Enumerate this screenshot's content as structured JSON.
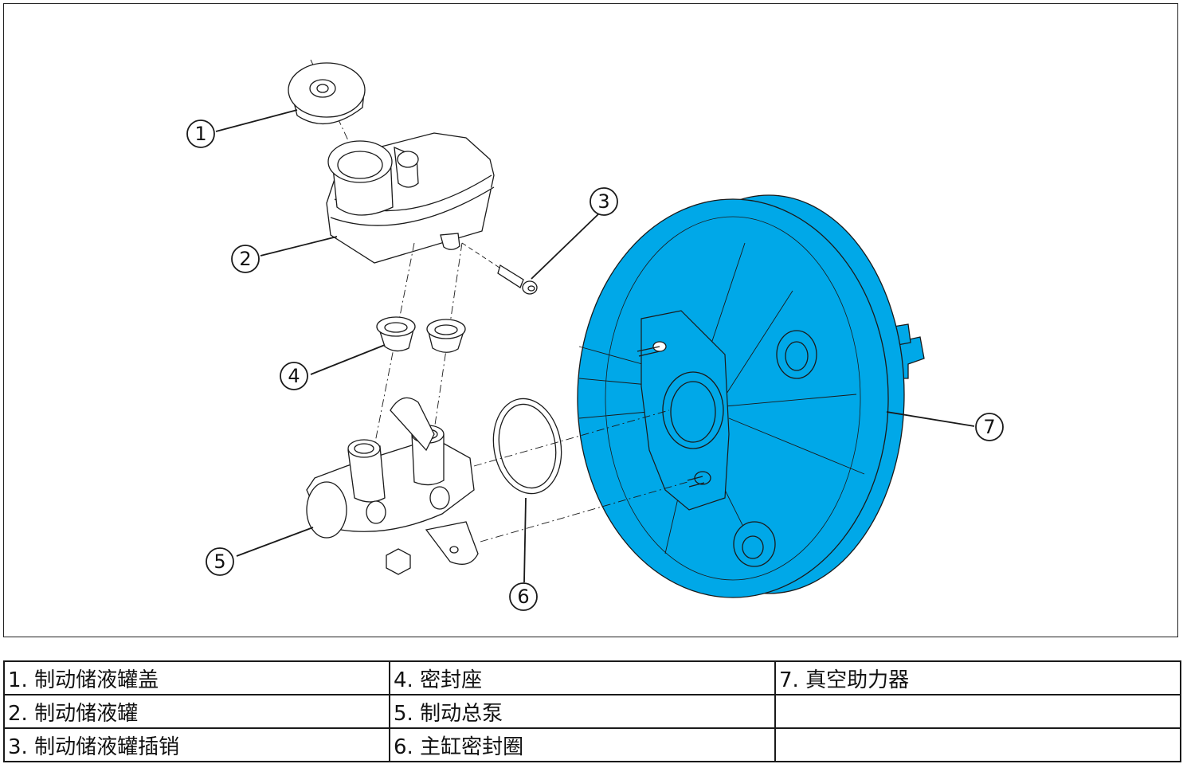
{
  "diagram": {
    "callouts": [
      {
        "id": "1",
        "label": "1"
      },
      {
        "id": "2",
        "label": "2"
      },
      {
        "id": "3",
        "label": "3"
      },
      {
        "id": "4",
        "label": "4"
      },
      {
        "id": "5",
        "label": "5"
      },
      {
        "id": "6",
        "label": "6"
      },
      {
        "id": "7",
        "label": "7"
      }
    ],
    "colors": {
      "booster_fill": "#00a8e8",
      "line": "#1a1a1a",
      "part_fill": "#ffffff"
    }
  },
  "legend": {
    "rows": [
      [
        "1. 制动储液罐盖",
        "4. 密封座",
        "7. 真空助力器"
      ],
      [
        "2. 制动储液罐",
        "5. 制动总泵",
        ""
      ],
      [
        "3. 制动储液罐插销",
        "6. 主缸密封圈",
        ""
      ]
    ]
  }
}
